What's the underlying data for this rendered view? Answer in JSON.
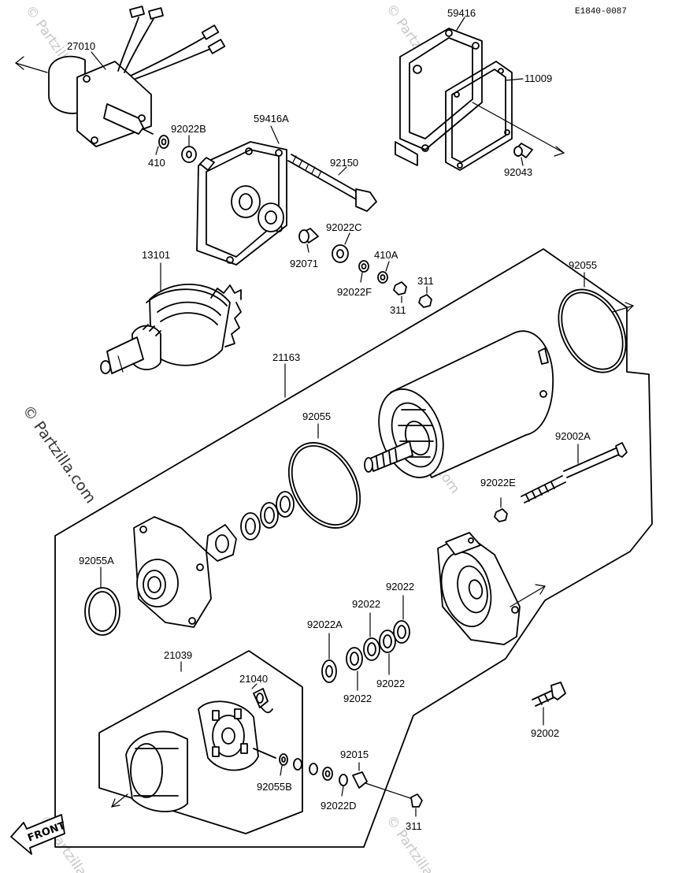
{
  "diagram": {
    "drawing_code": "E1840-0087",
    "watermark": "© Partzilla.com",
    "front_label": "FRONT",
    "part_labels": {
      "p27010": "27010",
      "p410": "410",
      "p92022B": "92022B",
      "p59416A": "59416A",
      "p59416": "59416",
      "p11009": "11009",
      "p92043": "92043",
      "p92150": "92150",
      "p92022C": "92022C",
      "p92071": "92071",
      "p410A": "410A",
      "p92022F": "92022F",
      "p311_a": "311",
      "p311_b": "311",
      "p13101": "13101",
      "p92055_top": "92055",
      "p21163": "21163",
      "p92055_mid": "92055",
      "p92002A": "92002A",
      "p92022E": "92022E",
      "p92055A": "92055A",
      "p92022_1": "92022",
      "p92022_2": "92022",
      "p92022A": "92022A",
      "p92022_3": "92022",
      "p92022_4": "92022",
      "p21039": "21039",
      "p21040": "21040",
      "p92002": "92002",
      "p92015": "92015",
      "p92055B": "92055B",
      "p92022D": "92022D",
      "p311_c": "311"
    }
  }
}
